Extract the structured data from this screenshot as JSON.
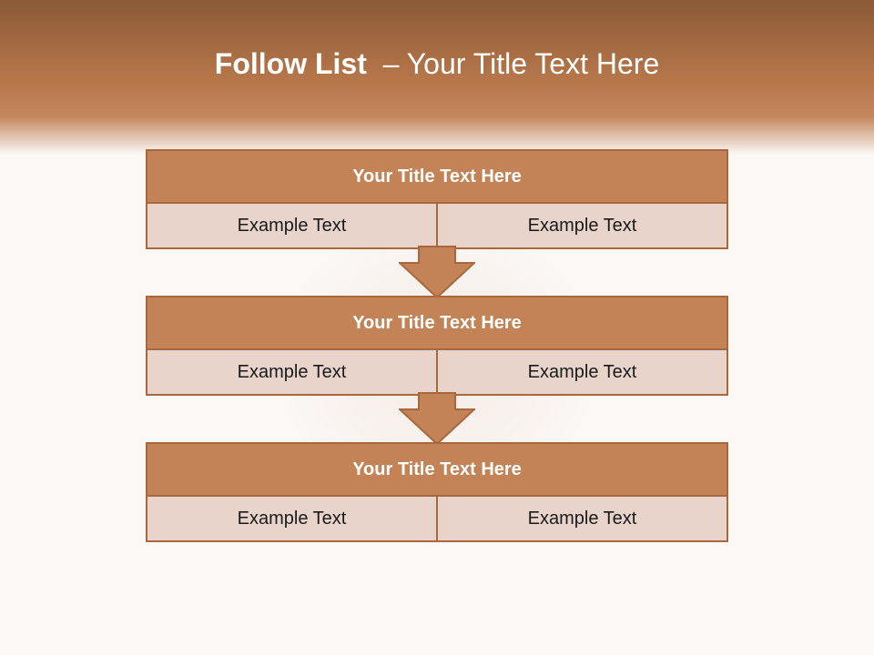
{
  "slide": {
    "title_main": "Follow List",
    "title_rest": "  – Your Title Text Here"
  },
  "steps": [
    {
      "title": "Your Title Text Here",
      "left": "Example Text",
      "right": "Example Text"
    },
    {
      "title": "Your Title Text Here",
      "left": "Example Text",
      "right": "Example Text"
    },
    {
      "title": "Your Title Text Here",
      "left": "Example Text",
      "right": "Example Text"
    }
  ],
  "colors": {
    "header_band": "#b8774b",
    "step_title_fill": "#c38357",
    "step_cell_fill": "#e8d4cb",
    "border": "#a8673c",
    "arrow_fill": "#c38357"
  }
}
